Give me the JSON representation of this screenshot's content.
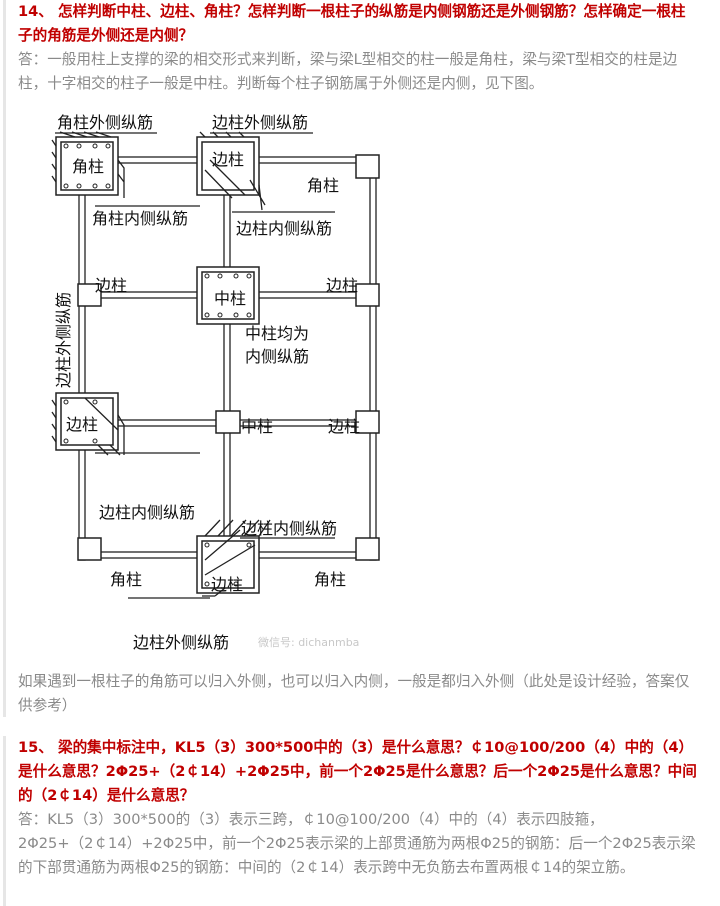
{
  "q14": {
    "title": "14、 怎样判断中柱、边柱、角柱？怎样判断一根柱子的纵筋是内侧钢筋还是外侧钢筋？怎样确定一根柱子的角筋是外侧还是内侧？",
    "answer": "答：一般用柱上支撑的梁的相交形式来判断，梁与梁L型相交的柱一般是角柱，梁与梁T型相交的柱是边柱，十字相交的柱子一般是中柱。判断每个柱子钢筋属于外侧还是内侧，见下图。",
    "note": "如果遇到一根柱子的角筋可以归入外侧，也可以归入内侧，一般是都归入外侧（此处是设计经验，答案仅供参考）"
  },
  "diagram": {
    "corner_outer": "角柱外侧纵筋",
    "edge_outer_top": "边柱外侧纵筋",
    "corner_tl": "角柱",
    "edge_top": "边柱",
    "corner_tr": "角柱",
    "corner_inner": "角柱内侧纵筋",
    "edge_inner_top": "边柱内侧纵筋",
    "edge_left": "边柱",
    "edge_right": "边柱",
    "middle": "中柱",
    "middle_note_1": "中柱均为",
    "middle_note_2": "内侧纵筋",
    "edge_outer_left": "边柱外侧纵筋",
    "middle_2": "中柱",
    "edge_right_2": "边柱",
    "edge_left_2": "边柱",
    "edge_inner_left": "边柱内侧纵筋",
    "edge_inner_bottom": "边柱内侧纵筋",
    "corner_bl": "角柱",
    "corner_br": "角柱",
    "edge_bottom": "边柱",
    "edge_outer_bottom": "边柱外侧纵筋",
    "watermark": "微信号: dichanmba"
  },
  "q15": {
    "title": "15、 梁的集中标注中，KL5（3）300*500中的（3）是什么意思？￠10@100/200（4）中的（4）是什么意思？2Φ25+（2￠14）+2Φ25中，前一个2Φ25是什么意思？后一个2Φ25是什么意思？中间的（2￠14）是什么意思？",
    "answer": "答：KL5（3）300*500的（3）表示三跨，￠10@100/200（4）中的（4）表示四肢箍，2Φ25+（2￠14）+2Φ25中，前一个2Φ25表示梁的上部贯通筋为两根Φ25的钢筋：后一个2Φ25表示梁的下部贯通筋为两根Φ25的钢筋：中间的（2￠14）表示跨中无负筋去布置两根￠14的架立筋。"
  },
  "colors": {
    "question": "#c00000",
    "answer": "#8a8a8a"
  }
}
